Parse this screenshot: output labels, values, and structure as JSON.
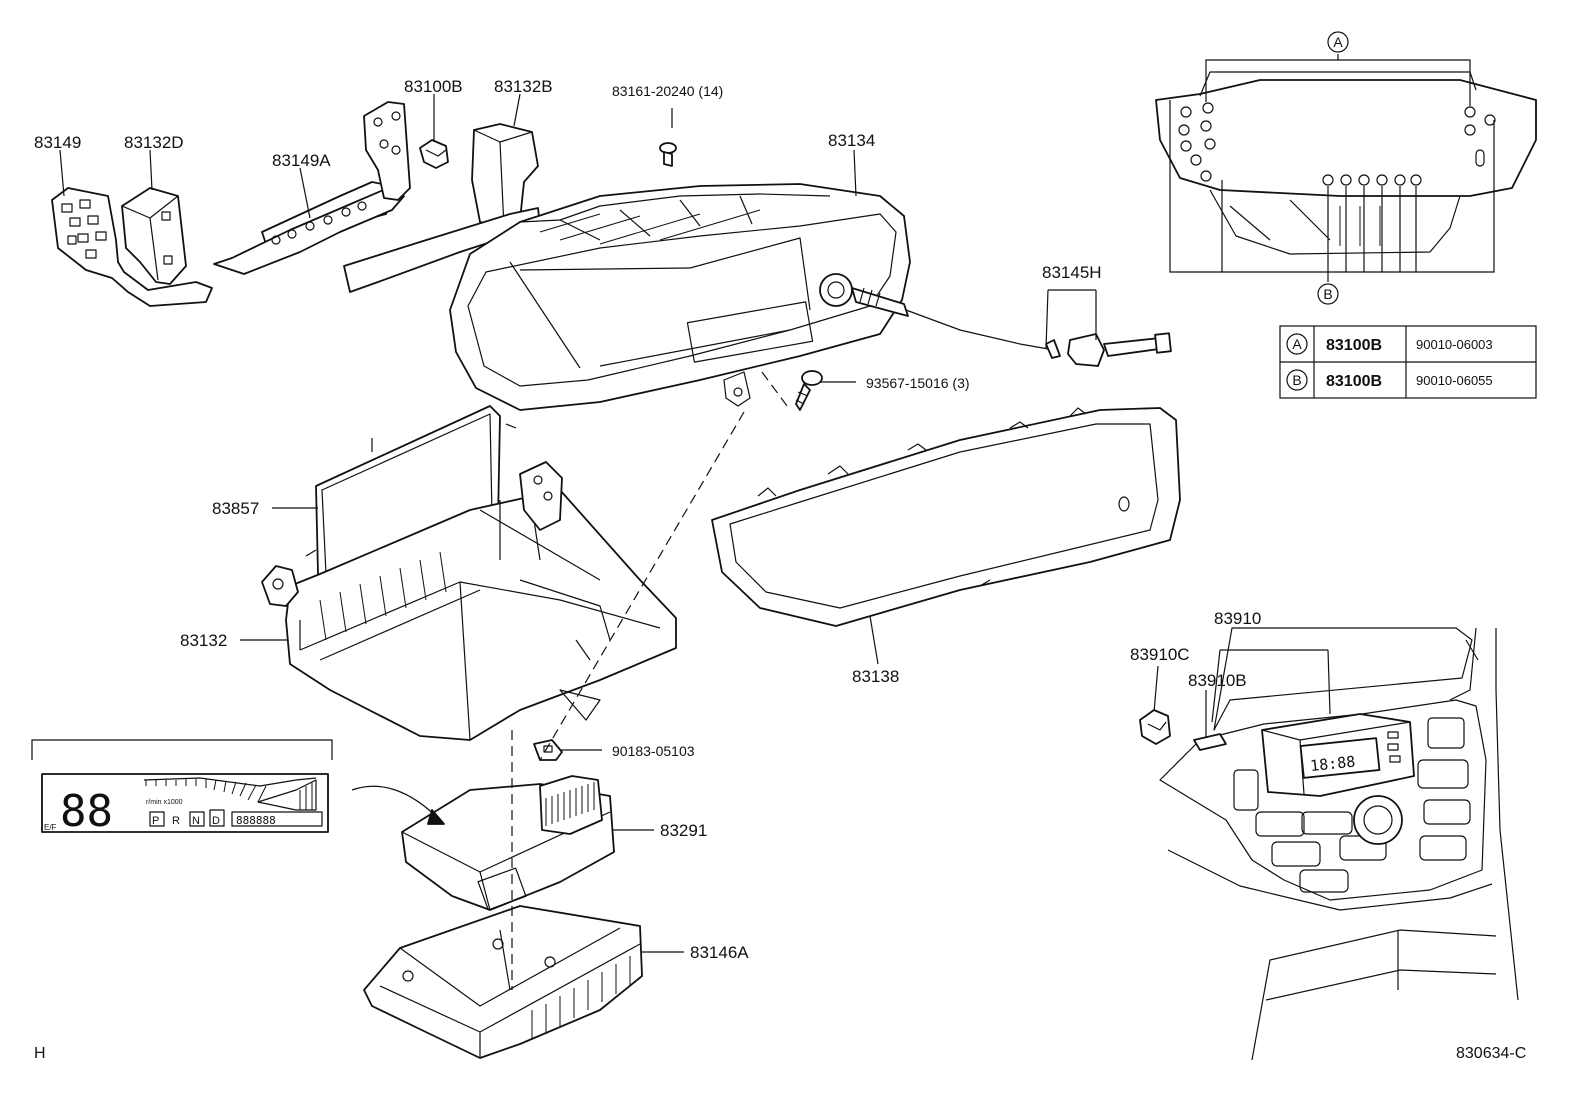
{
  "labels": {
    "p83149": "83149",
    "p83132D": "83132D",
    "p83149A": "83149A",
    "p83100B": "83100B",
    "p83132B": "83132B",
    "p83161": "83161-20240 (14)",
    "p83134": "83134",
    "p83145H": "83145H",
    "p93567": "93567-15016 (3)",
    "p83857": "83857",
    "p83132": "83132",
    "p83138": "83138",
    "p90183": "90183-05103",
    "p83291": "83291",
    "p83146A": "83146A",
    "p83910": "83910",
    "p83910C": "83910C",
    "p83910B": "83910B"
  },
  "callouts": {
    "a": "A",
    "b": "B"
  },
  "table": {
    "rows": [
      {
        "key": "A",
        "part": "83100B",
        "number": "90010-06003"
      },
      {
        "key": "B",
        "part": "83100B",
        "number": "90010-06055"
      }
    ]
  },
  "display_inset": {
    "digits": "88",
    "scale": "r/min x1000",
    "odometer": "888888",
    "gears": [
      "P",
      "R",
      "N",
      "D"
    ],
    "side_mark": "E/F"
  },
  "clock_display": "18:88",
  "corner_left": "H",
  "corner_right": "830634-C"
}
